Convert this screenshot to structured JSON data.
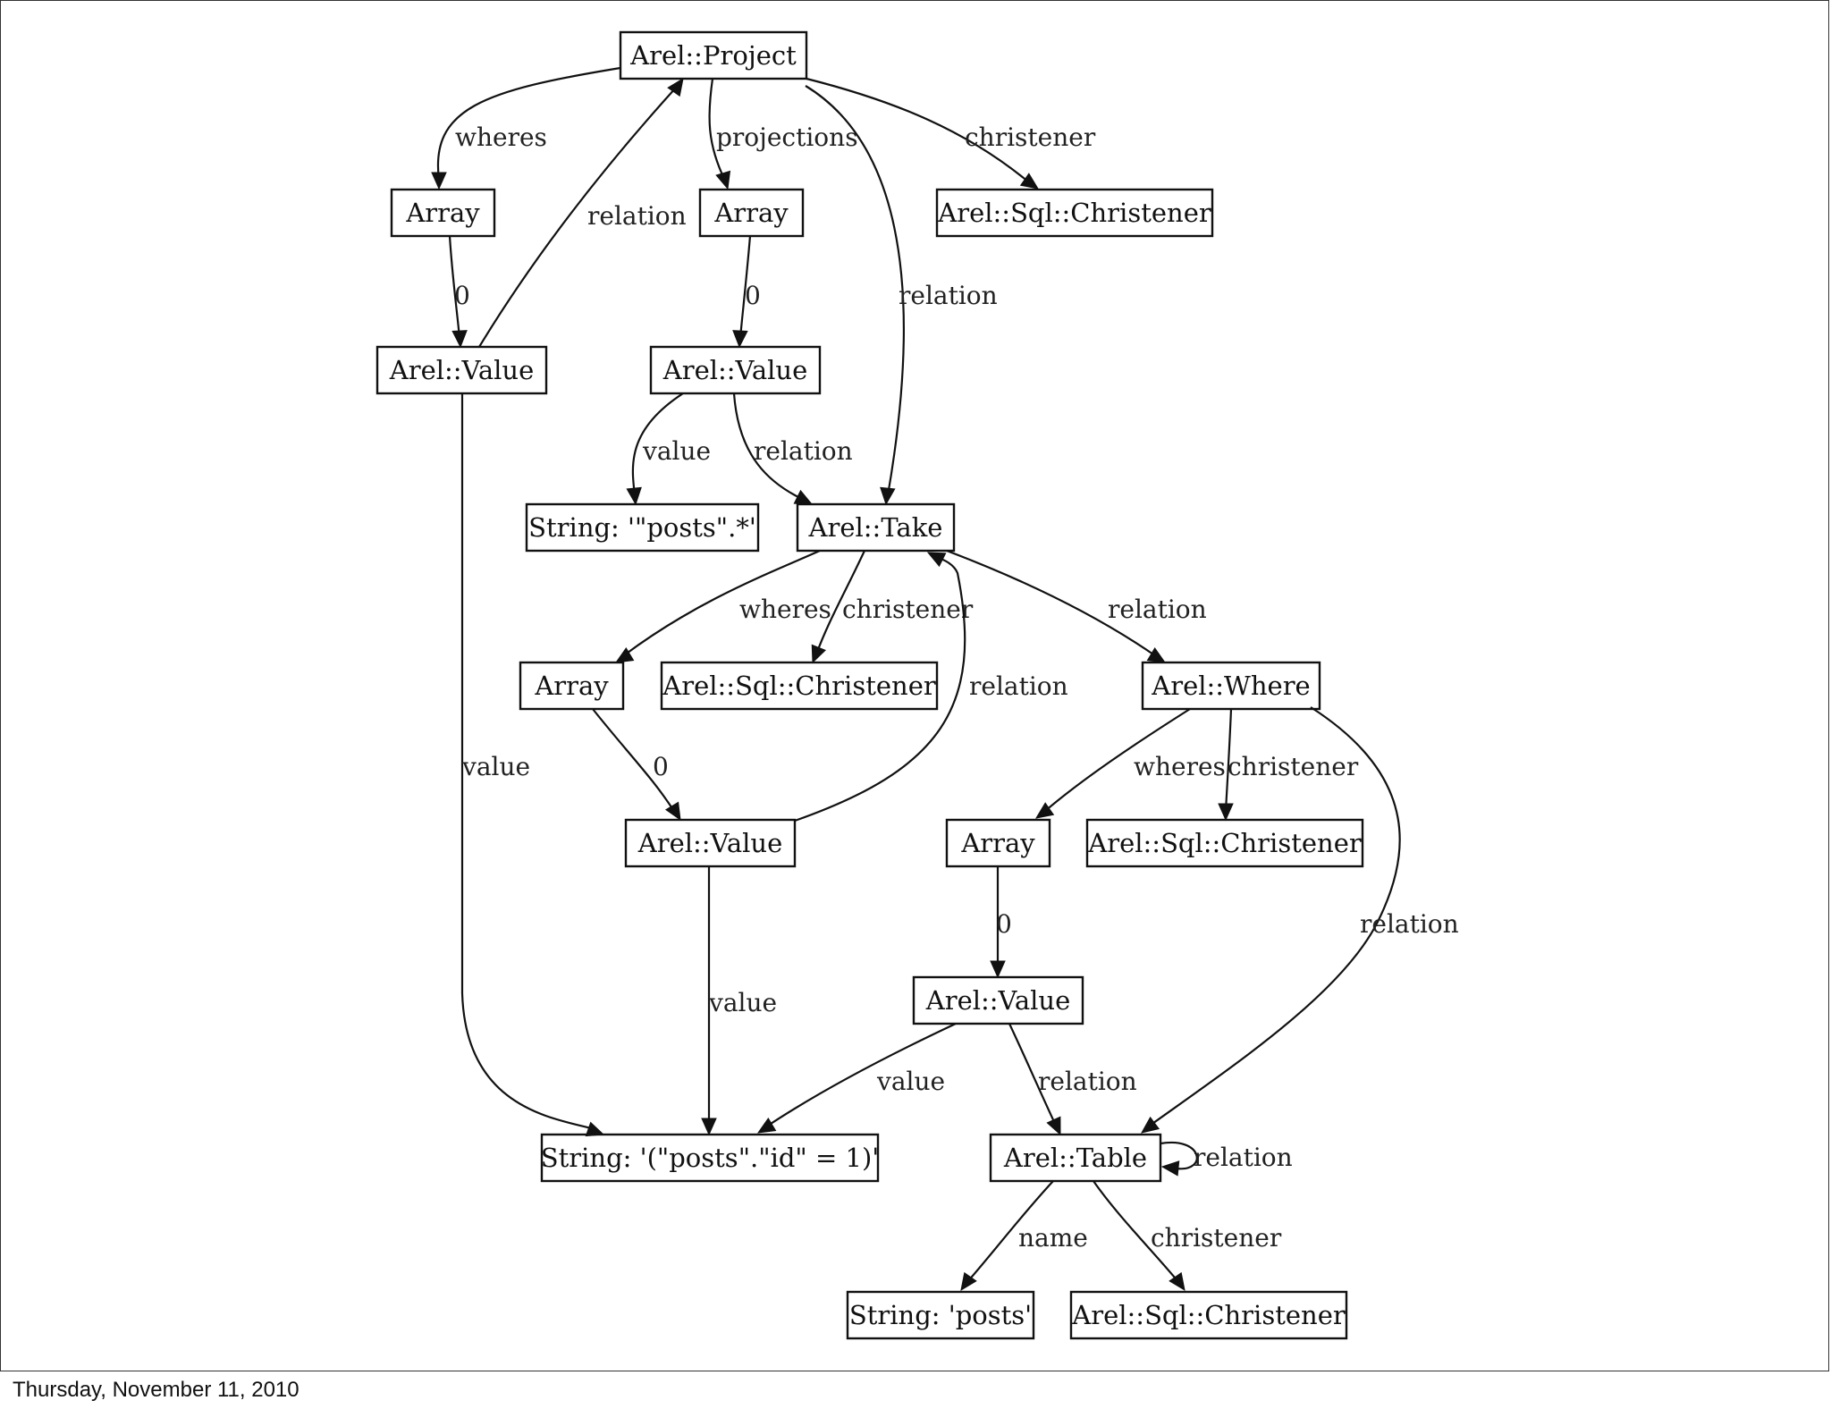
{
  "slide": {
    "date": "Thursday, November 11, 2010"
  },
  "nodes": [
    {
      "id": "project",
      "label": "Arel::Project"
    },
    {
      "id": "arr1",
      "label": "Array"
    },
    {
      "id": "arr2",
      "label": "Array"
    },
    {
      "id": "chr1",
      "label": "Arel::Sql::Christener"
    },
    {
      "id": "val1",
      "label": "Arel::Value"
    },
    {
      "id": "val2",
      "label": "Arel::Value"
    },
    {
      "id": "str_posts_star",
      "label": "String: '\"posts\".*'"
    },
    {
      "id": "take",
      "label": "Arel::Take"
    },
    {
      "id": "arr3",
      "label": "Array"
    },
    {
      "id": "chr2",
      "label": "Arel::Sql::Christener"
    },
    {
      "id": "where",
      "label": "Arel::Where"
    },
    {
      "id": "val3",
      "label": "Arel::Value"
    },
    {
      "id": "arr4",
      "label": "Array"
    },
    {
      "id": "chr3",
      "label": "Arel::Sql::Christener"
    },
    {
      "id": "val4",
      "label": "Arel::Value"
    },
    {
      "id": "str_id",
      "label": "String: '(\"posts\".\"id\" = 1)'"
    },
    {
      "id": "table",
      "label": "Arel::Table"
    },
    {
      "id": "str_posts",
      "label": "String: 'posts'"
    },
    {
      "id": "chr4",
      "label": "Arel::Sql::Christener"
    }
  ],
  "edges": [
    {
      "from": "project",
      "to": "arr1",
      "label": "wheres"
    },
    {
      "from": "project",
      "to": "arr2",
      "label": "projections"
    },
    {
      "from": "project",
      "to": "chr1",
      "label": "christener"
    },
    {
      "from": "project",
      "to": "take",
      "label": "relation"
    },
    {
      "from": "val1",
      "to": "project",
      "label": "relation"
    },
    {
      "from": "arr1",
      "to": "val1",
      "label": "0"
    },
    {
      "from": "arr2",
      "to": "val2",
      "label": "0"
    },
    {
      "from": "val2",
      "to": "str_posts_star",
      "label": "value"
    },
    {
      "from": "val2",
      "to": "take",
      "label": "relation"
    },
    {
      "from": "val1",
      "to": "str_id",
      "label": "value"
    },
    {
      "from": "take",
      "to": "arr3",
      "label": "wheres"
    },
    {
      "from": "take",
      "to": "chr2",
      "label": "christener"
    },
    {
      "from": "take",
      "to": "where",
      "label": "relation"
    },
    {
      "from": "val3",
      "to": "take",
      "label": "relation"
    },
    {
      "from": "arr3",
      "to": "val3",
      "label": "0"
    },
    {
      "from": "where",
      "to": "arr4",
      "label": "wheres"
    },
    {
      "from": "where",
      "to": "chr3",
      "label": "christener"
    },
    {
      "from": "where",
      "to": "table",
      "label": "relation"
    },
    {
      "from": "arr4",
      "to": "val4",
      "label": "0"
    },
    {
      "from": "val3",
      "to": "str_id",
      "label": "value"
    },
    {
      "from": "val4",
      "to": "str_id",
      "label": "value"
    },
    {
      "from": "val4",
      "to": "table",
      "label": "relation"
    },
    {
      "from": "table",
      "to": "table",
      "label": "relation"
    },
    {
      "from": "table",
      "to": "str_posts",
      "label": "name"
    },
    {
      "from": "table",
      "to": "chr4",
      "label": "christener"
    }
  ]
}
